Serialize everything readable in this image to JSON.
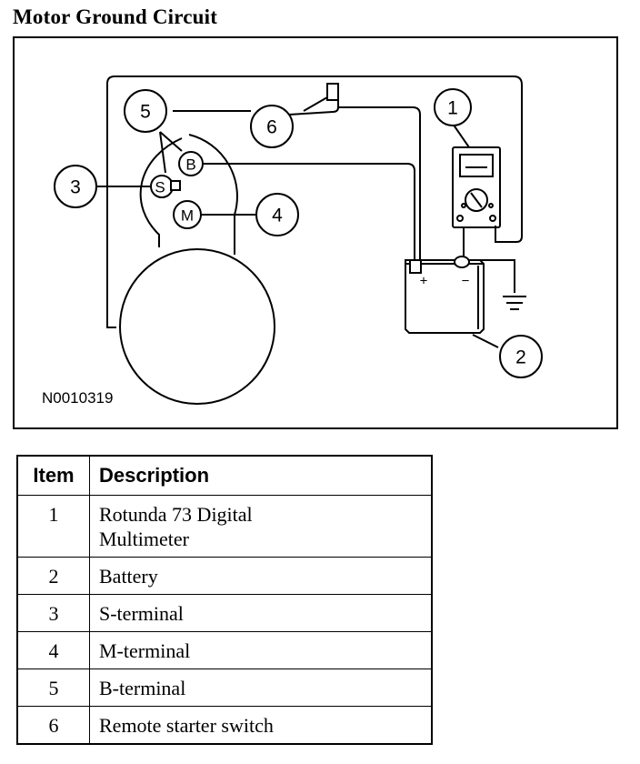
{
  "page": {
    "title": "Motor Ground Circuit"
  },
  "diagram": {
    "reference_code": "N0010319",
    "callouts": [
      "1",
      "2",
      "3",
      "4",
      "5",
      "6"
    ],
    "terminal_letters": {
      "b": "B",
      "s": "S",
      "m": "M"
    },
    "battery_signs": {
      "positive": "+",
      "negative": "−"
    }
  },
  "legend": {
    "headers": {
      "item": "Item",
      "description": "Description"
    },
    "rows": [
      {
        "item": "1",
        "description": "Rotunda 73 Digital Multimeter"
      },
      {
        "item": "2",
        "description": "Battery"
      },
      {
        "item": "3",
        "description": "S-terminal"
      },
      {
        "item": "4",
        "description": "M-terminal"
      },
      {
        "item": "5",
        "description": "B-terminal"
      },
      {
        "item": "6",
        "description": "Remote starter switch"
      }
    ]
  }
}
